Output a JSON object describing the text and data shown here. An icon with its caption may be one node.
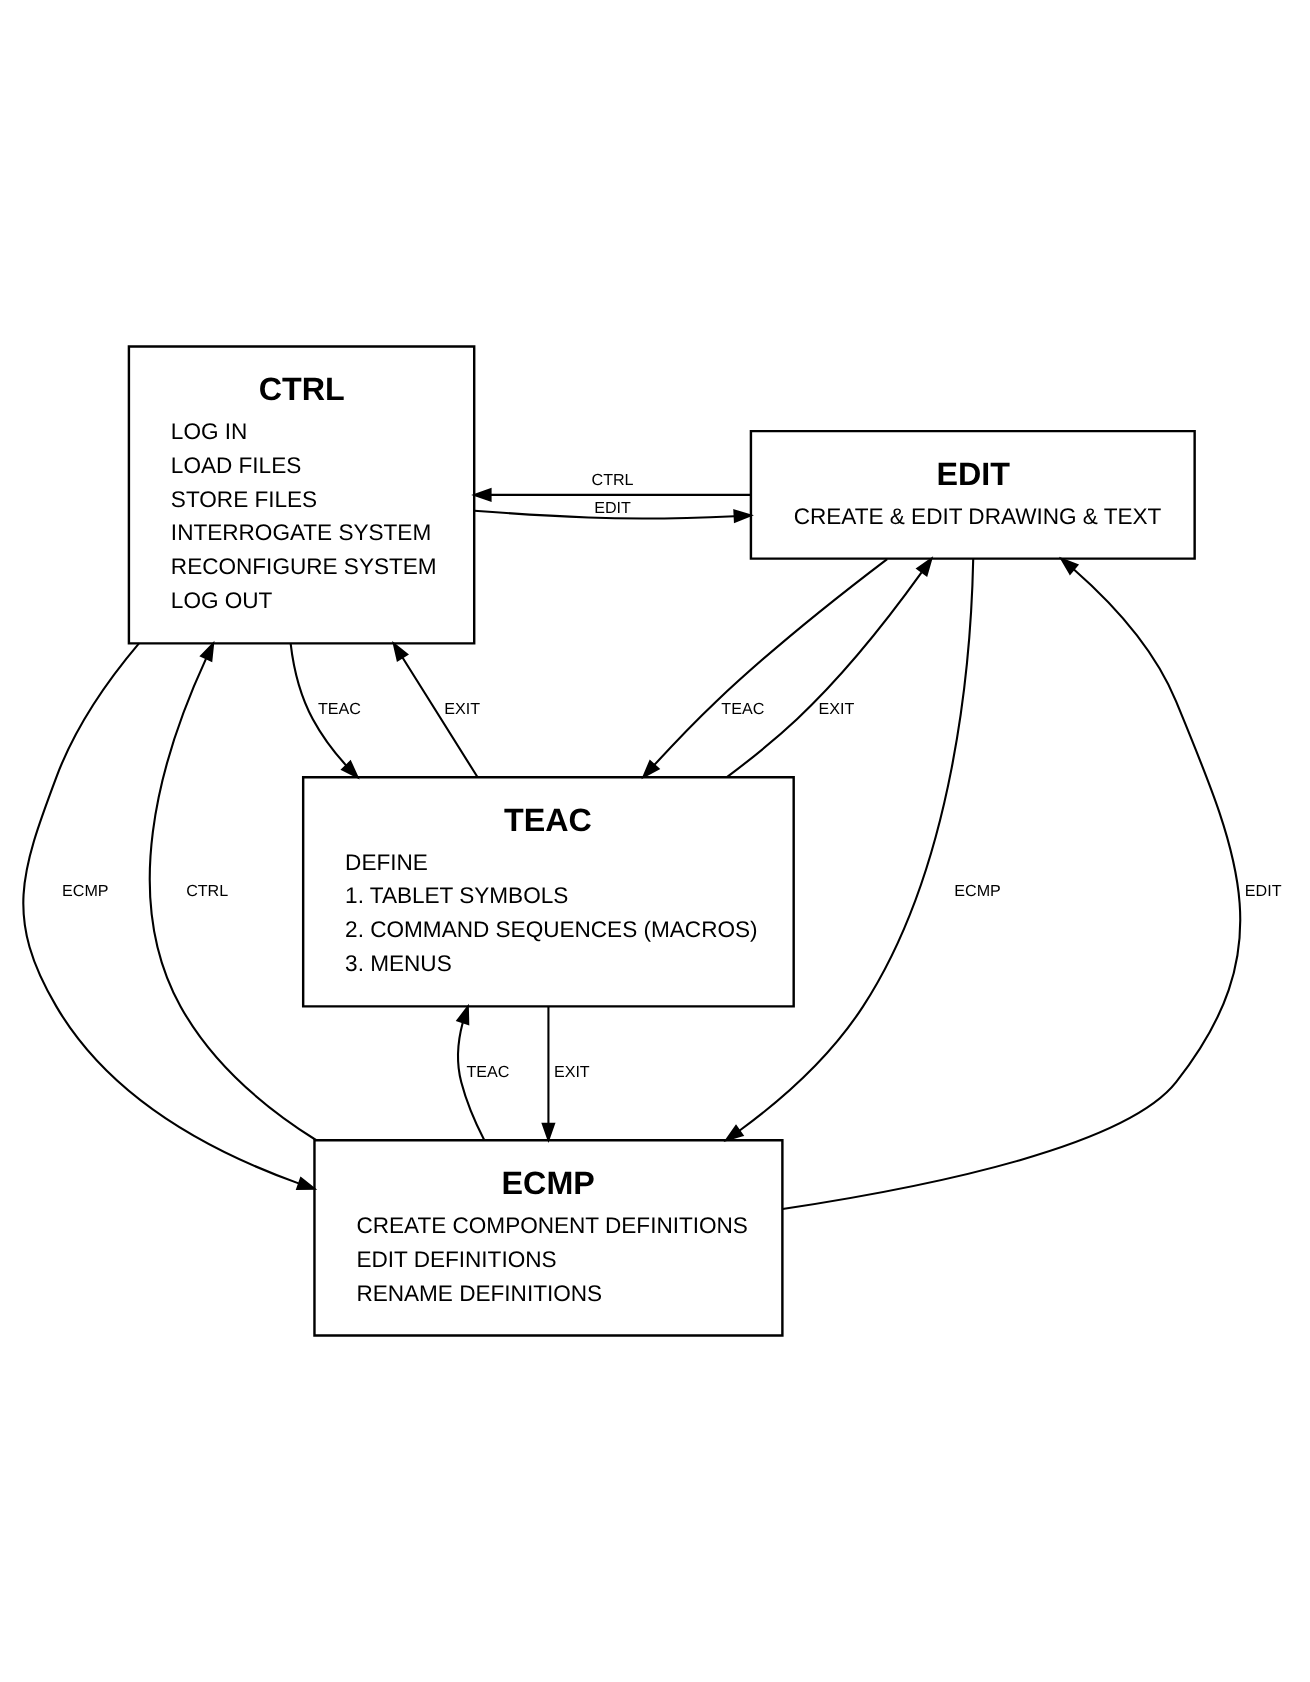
{
  "diagram": {
    "nodes": [
      {
        "text": [
          "CTRL",
          "LOG IN",
          "LOAD FILES",
          "STORE FILES",
          "INTERROGATE SYSTEM",
          "RECONFIGURE SYSTEM",
          "LOG OUT"
        ]
      },
      {
        "text": [
          "EDIT",
          "CREATE & EDIT DRAWING & TEXT"
        ]
      },
      {
        "text": [
          "TEAC",
          "DEFINE",
          "1. TABLET SYMBOLS",
          "2. COMMAND SEQUENCES (MACROS)",
          "3. MENUS"
        ]
      },
      {
        "text": [
          "ECMP",
          "CREATE COMPONENT DEFINITIONS",
          "EDIT DEFINITIONS",
          "RENAME DEFINITIONS"
        ]
      }
    ],
    "edges": [
      {
        "from": 0,
        "to": 1,
        "arrow": "to",
        "label": "EDIT"
      },
      {
        "from": 1,
        "to": 0,
        "arrow": "to",
        "label": "CTRL"
      },
      {
        "from": 0,
        "to": 2,
        "arrow": "to",
        "label": "TEAC"
      },
      {
        "from": 2,
        "to": 0,
        "arrow": "to",
        "label": "EXIT"
      },
      {
        "from": 1,
        "to": 2,
        "arrow": "to",
        "label": "TEAC"
      },
      {
        "from": 2,
        "to": 1,
        "arrow": "to",
        "label": "EXIT"
      },
      {
        "from": 2,
        "to": 3,
        "arrow": "to",
        "label": "EXIT"
      },
      {
        "from": 3,
        "to": 2,
        "arrow": "to",
        "label": "TEAC"
      },
      {
        "from": 3,
        "to": 0,
        "arrow": "to",
        "label": "CTRL"
      },
      {
        "from": 0,
        "to": 3,
        "arrow": "to",
        "label": "ECMP"
      },
      {
        "from": 3,
        "to": 1,
        "arrow": "to",
        "label": "EDIT"
      },
      {
        "from": 1,
        "to": 3,
        "arrow": "to",
        "label": "ECMP"
      }
    ]
  }
}
